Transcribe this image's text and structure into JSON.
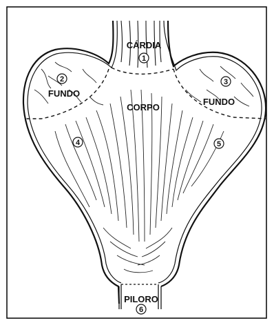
{
  "labels": {
    "cardia": "CÁRDIA",
    "fundo_left": "FUNDO",
    "fundo_right": "FUNDO",
    "corpo": "CORPO",
    "piloro": "PILORO"
  },
  "markers": {
    "m1": "1",
    "m2": "2",
    "m3": "3",
    "m4": "4",
    "m5": "5",
    "m6": "6"
  },
  "colors": {
    "ink": "#111111",
    "background": "#ffffff",
    "frame": "#000000"
  }
}
